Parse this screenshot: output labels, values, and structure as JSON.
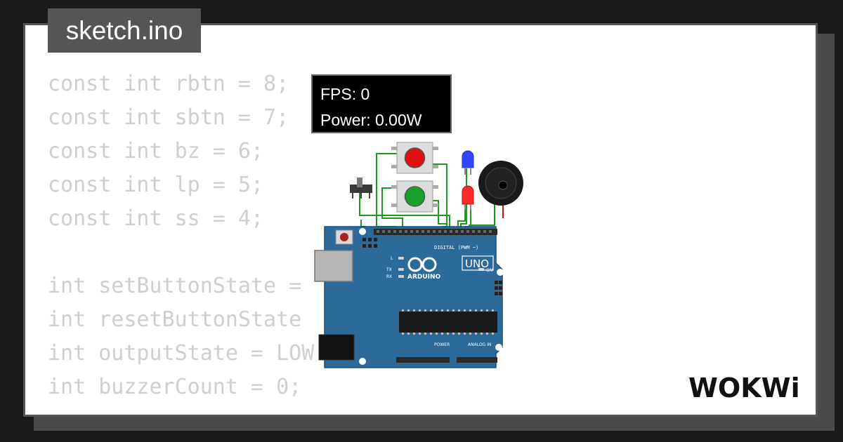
{
  "file_tab": {
    "label": "sketch.ino"
  },
  "code_lines": [
    "const int rbtn = 8;",
    "const int sbtn = 7;",
    "const int bz = 6;",
    "const int lp = 5;",
    "const int ss = 4;",
    "",
    "int setButtonState = ",
    "int resetButtonState",
    "int outputState = LOW",
    "int buzzerCount = 0;"
  ],
  "simulator": {
    "fps_text": "FPS: 0",
    "power_text": "Power: 0.00W"
  },
  "board": {
    "uno_label": "UNO",
    "brand_label": "ARDUINO",
    "digital_label": "DIGITAL (PWM ~)",
    "analog_label": "ANALOG IN",
    "power_label": "POWER",
    "on_label": "ON",
    "l_label": "L",
    "tx_label": "TX",
    "rx_label": "RX"
  },
  "brand": {
    "logo_text": "WOKWi"
  },
  "colors": {
    "board_blue": "#2c6a9a",
    "wire_green": "#1f9a1f",
    "button_red": "#e01010",
    "button_green": "#17a02a",
    "led_blue": "#3344ff",
    "led_red": "#ff2222"
  }
}
